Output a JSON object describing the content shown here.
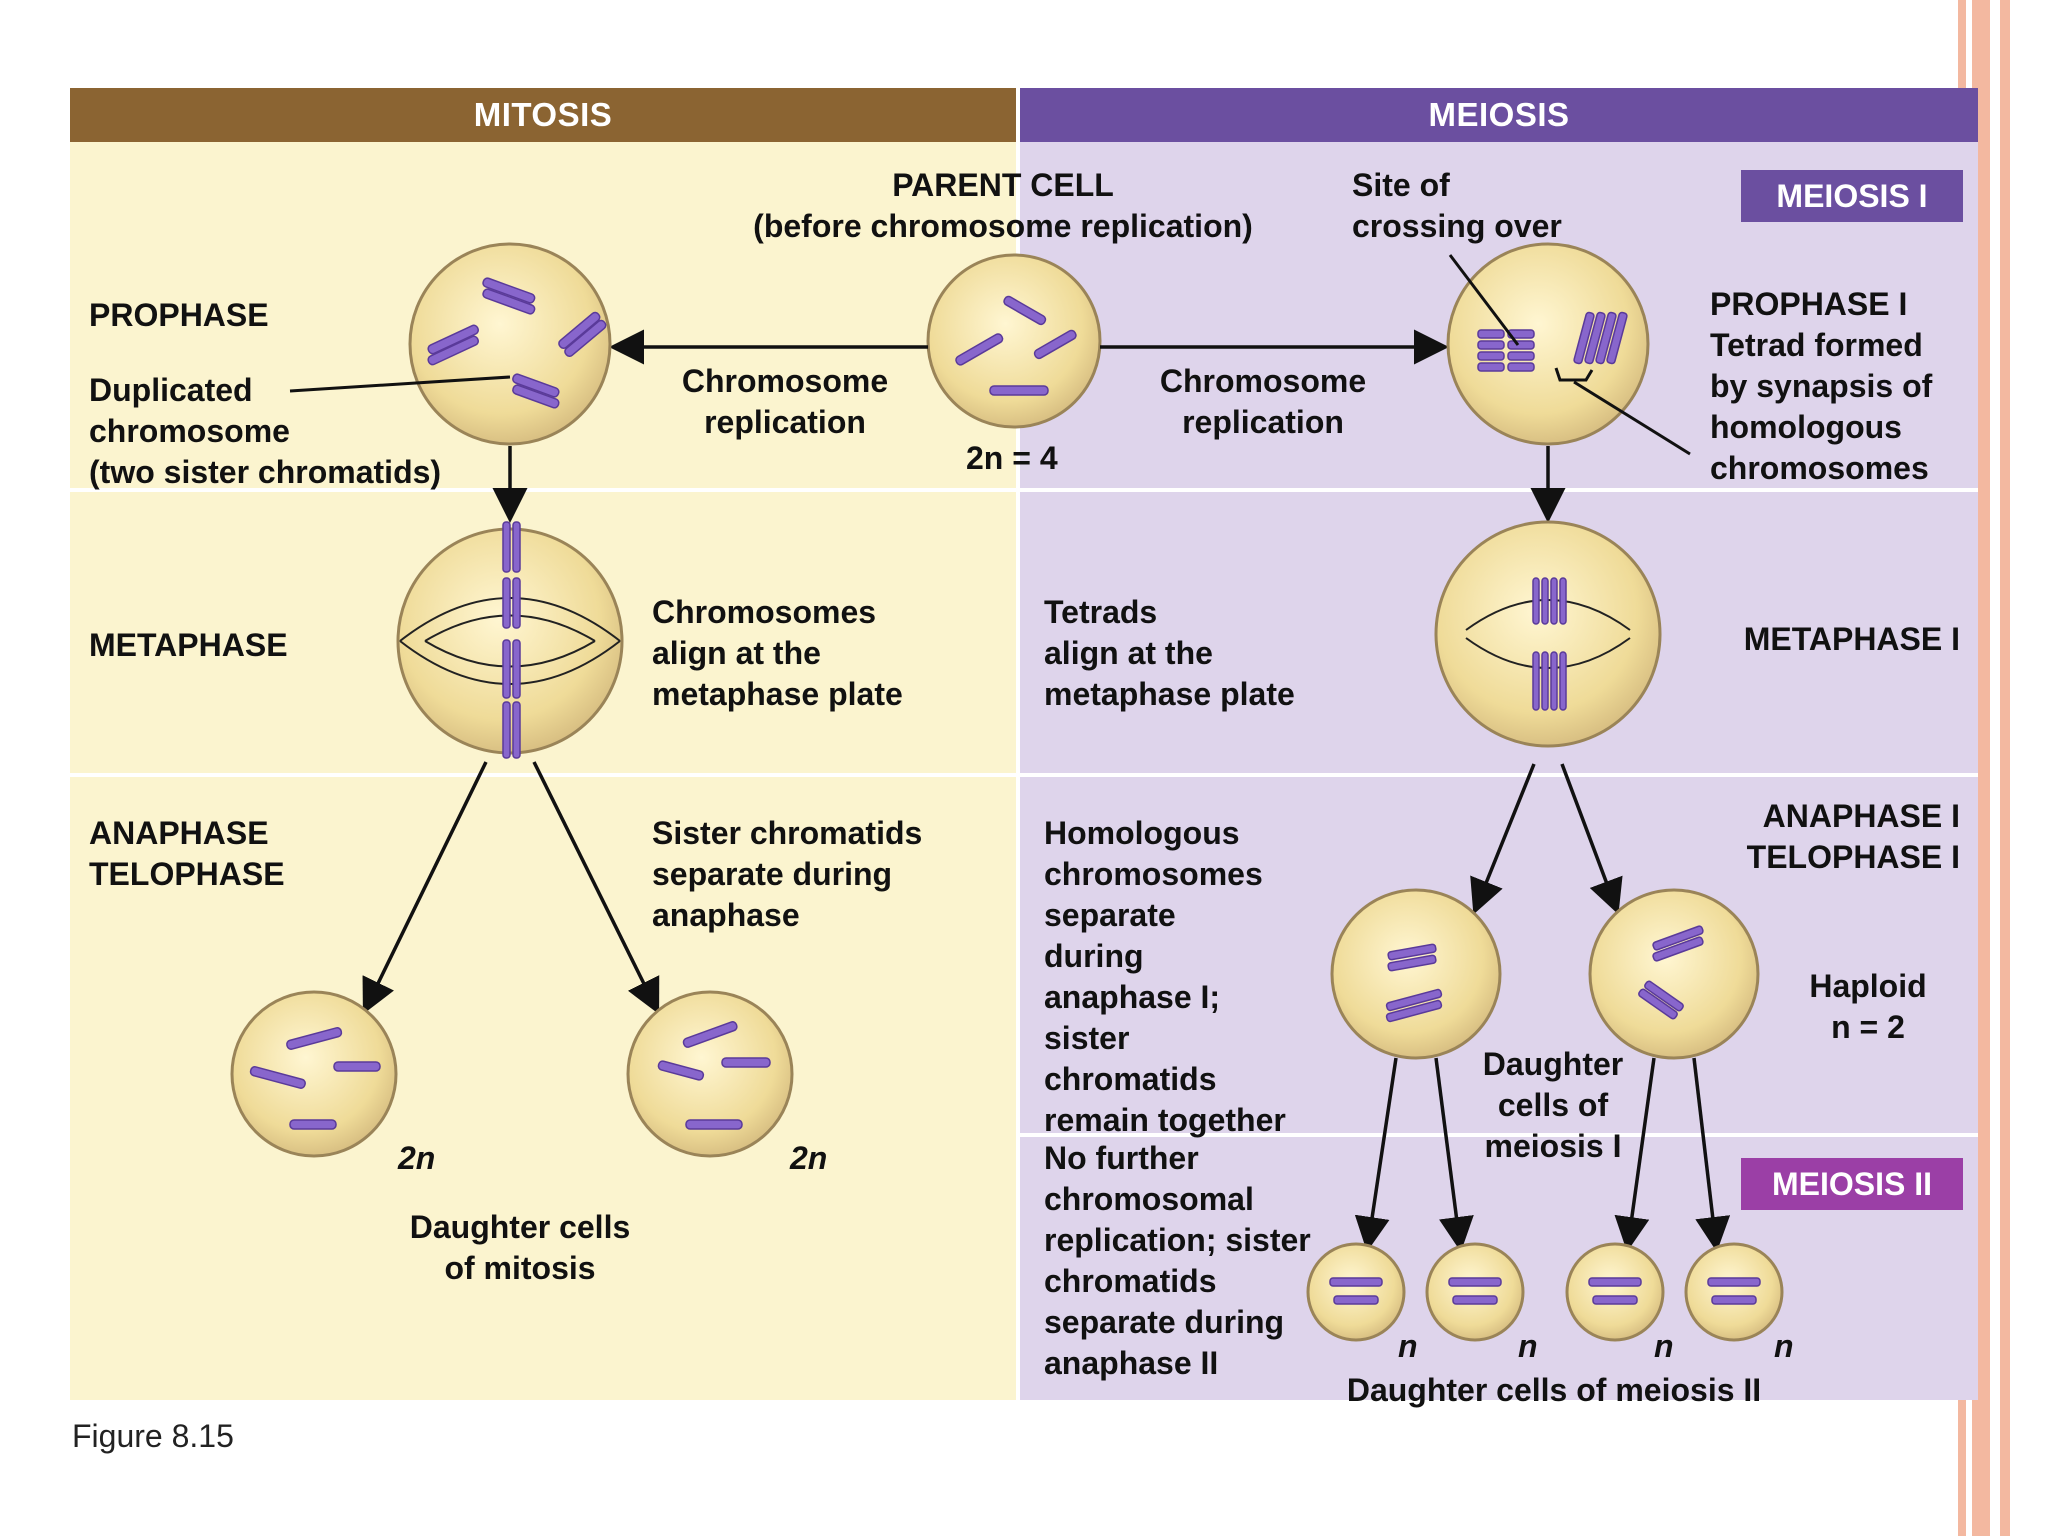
{
  "colors": {
    "mitosis_header": "#8b6432",
    "meiosis_header": "#6b4fa0",
    "mitosis_panel": "#fbf4cf",
    "meiosis_panel": "#ded4eb",
    "meiosis_tag_1": "#6b4fa0",
    "meiosis_tag_2": "#9b3fa6",
    "cell_fill": "#f1dfa0",
    "cell_stroke": "#9a8458",
    "chromosome": "#8866cc",
    "accent_stripe": "#f3b8a0"
  },
  "headers": {
    "mitosis": "MITOSIS",
    "meiosis": "MEIOSIS"
  },
  "tags": {
    "meiosis1": "MEIOSIS I",
    "meiosis2": "MEIOSIS II"
  },
  "labels": {
    "parent_cell": "PARENT CELL\n(before chromosome replication)",
    "site_crossing": "Site of\ncrossing over",
    "ploidy_parent": "2n = 4",
    "prophase": "PROPHASE",
    "duplicated": "Duplicated\nchromosome\n(two sister chromatids)",
    "replication_left": "Chromosome\nreplication",
    "replication_right": "Chromosome\nreplication",
    "prophase1": "PROPHASE I\nTetrad formed\nby synapsis of\nhomologous\nchromosomes",
    "metaphase": "METAPHASE",
    "chrom_align": "Chromosomes\nalign at the\nmetaphase plate",
    "tetrads_align": "Tetrads\nalign at the\nmetaphase plate",
    "metaphase1": "METAPHASE I",
    "anaphase_telophase": "ANAPHASE\nTELOPHASE",
    "sister_separate": "Sister chromatids\nseparate during\nanaphase",
    "homologous_separate": "Homologous\nchromosomes\nseparate\nduring\nanaphase I;\nsister\nchromatids\nremain together",
    "anaphase1_telophase1": "ANAPHASE I\nTELOPHASE I",
    "haploid": "Haploid\nn = 2",
    "daughter_meiosis1": "Daughter\ncells of\nmeiosis I",
    "no_further": "No further\nchromosomal\nreplication; sister\nchromatids\nseparate during\nanaphase II",
    "ploidy_left_1": "2n",
    "ploidy_left_2": "2n",
    "daughter_mitosis": "Daughter cells\nof mitosis",
    "n1": "n",
    "n2": "n",
    "n3": "n",
    "n4": "n",
    "daughter_meiosis2": "Daughter cells of meiosis II"
  },
  "caption": "Figure 8.15"
}
